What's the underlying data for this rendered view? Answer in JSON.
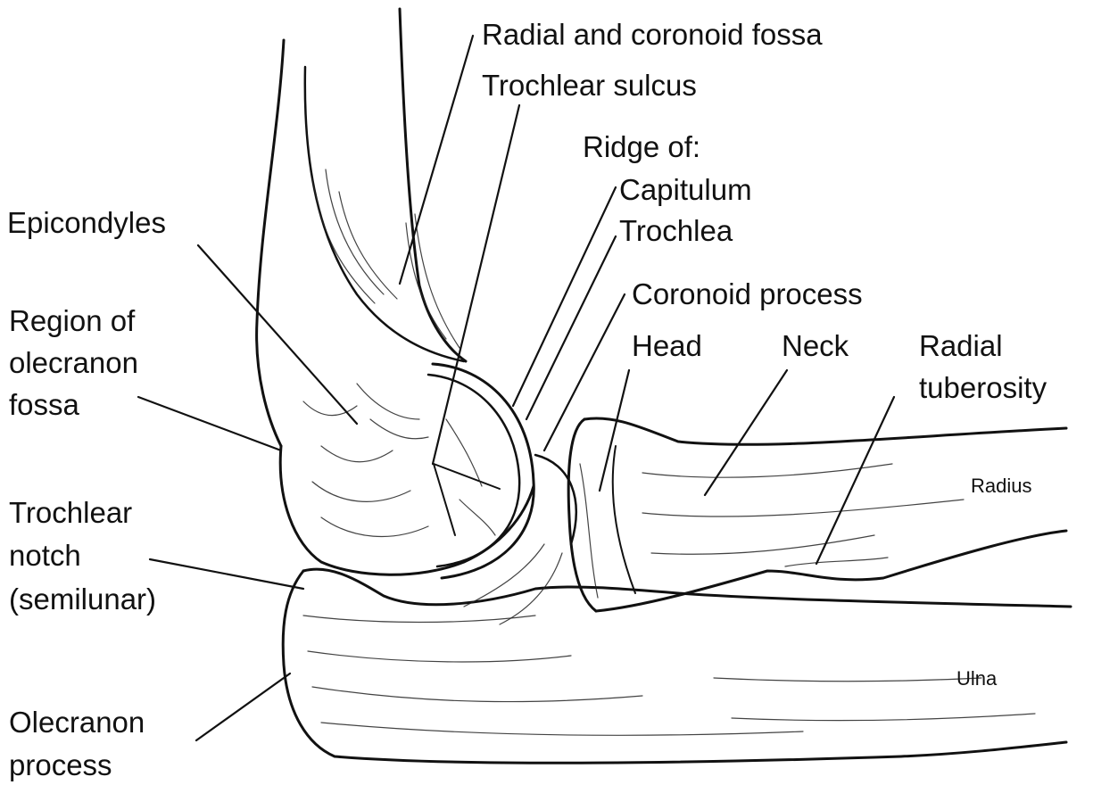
{
  "labels": {
    "radial_coronoid_fossa": "Radial and coronoid fossa",
    "trochlear_sulcus": "Trochlear sulcus",
    "ridge_of": "Ridge of:",
    "capitulum": "Capitulum",
    "trochlea": "Trochlea",
    "epicondyles": "Epicondyles",
    "coronoid_process": "Coronoid process",
    "region_olecranon_1": "Region of",
    "region_olecranon_2": "olecranon",
    "region_olecranon_3": "fossa",
    "head": "Head",
    "neck": "Neck",
    "radial_tuberosity_1": "Radial",
    "radial_tuberosity_2": "tuberosity",
    "radius": "Radius",
    "trochlear_notch_1": "Trochlear",
    "trochlear_notch_2": "notch",
    "trochlear_notch_3": "(semilunar)",
    "ulna": "Ulna",
    "olecranon_process_1": "Olecranon",
    "olecranon_process_2": "process"
  },
  "colors": {
    "ink": "#111111",
    "background": "#ffffff"
  }
}
